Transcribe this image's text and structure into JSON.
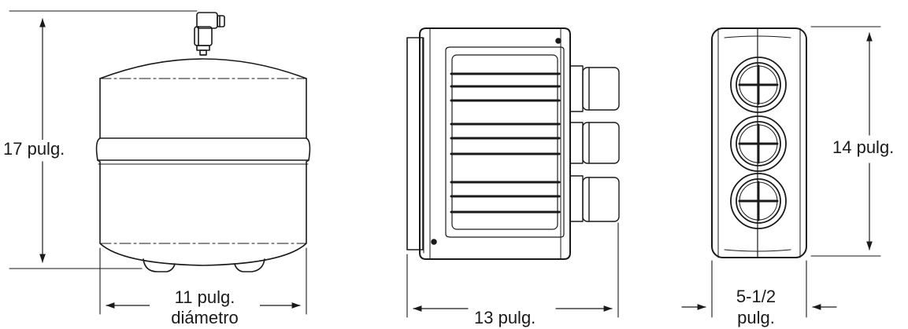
{
  "tank": {
    "height_label": "17 pulg.",
    "diameter_line1": "11 pulg.",
    "diameter_line2": "diámetro"
  },
  "ro_unit_front": {
    "width_label": "13 pulg."
  },
  "ro_unit_side": {
    "height_label": "14 pulg.",
    "depth_line1": "5-1/2",
    "depth_line2": "pulg."
  },
  "colors": {
    "line": "#1a1a1a",
    "background": "#ffffff"
  }
}
